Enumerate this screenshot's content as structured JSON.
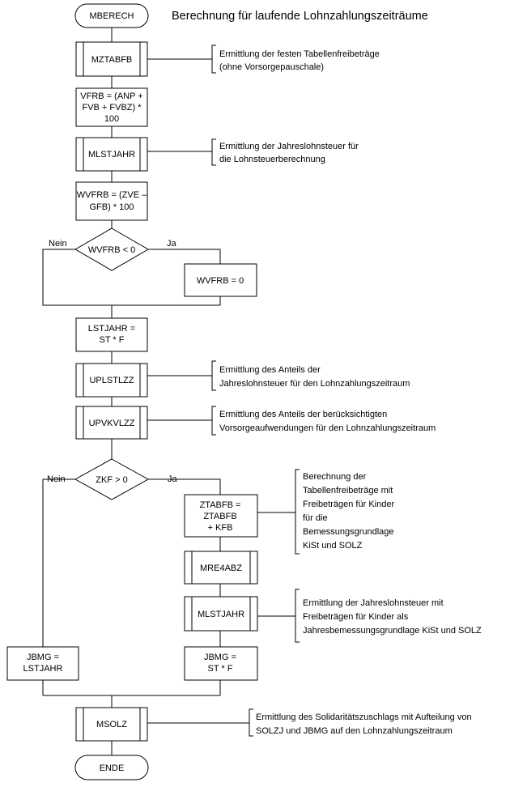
{
  "title": "Berechnung für laufende Lohnzahlungszeiträume",
  "labels": {
    "mberech": "MBERECH",
    "mztabfb": "MZTABFB",
    "vfrb": [
      "VFRB = (ANP +",
      "FVB + FVBZ) *",
      "100"
    ],
    "mlstjahr1": "MLSTJAHR",
    "wvfrb": [
      "WVFRB = (ZVE –",
      "GFB) * 100"
    ],
    "decision1": "WVFRB < 0",
    "nein1": "Nein",
    "ja1": "Ja",
    "wvfrb0": "WVFRB = 0",
    "lstjahr": [
      "LSTJAHR =",
      "ST * F"
    ],
    "uplstlzz": "UPLSTLZZ",
    "upvkvlzz": "UPVKVLZZ",
    "decision2": "ZKF > 0",
    "nein2": "Nein",
    "ja2": "Ja",
    "ztabfb": [
      "ZTABFB =",
      "ZTABFB",
      "+ KFB"
    ],
    "mre4abz": "MRE4ABZ",
    "mlstjahr2": "MLSTJAHR",
    "jbmg_left": [
      "JBMG =",
      "LSTJAHR"
    ],
    "jbmg_right": [
      "JBMG =",
      "ST * F"
    ],
    "msolz": "MSOLZ",
    "ende": "ENDE"
  },
  "notes": {
    "mztabfb": [
      "Ermittlung der festen Tabellenfreibeträge",
      "(ohne Vorsorgepauschale)"
    ],
    "mlstjahr1": [
      "Ermittlung der Jahreslohnsteuer für",
      "die Lohnsteuerberechnung"
    ],
    "uplstlzz": [
      "Ermittlung des Anteils der",
      "Jahreslohnsteuer für den Lohnzahlungszeitraum"
    ],
    "upvkvlzz": [
      "Ermittlung des Anteils der berücksichtigten",
      "Vorsorgeaufwendungen für den Lohnzahlungszeitraum"
    ],
    "ztabfb": [
      "Berechnung der",
      "Tabellenfreibeträge mit",
      "Freibeträgen für Kinder",
      "für die",
      "Bemessungsgrundlage",
      "KiSt und SOLZ"
    ],
    "mlstjahr2": [
      "Ermittlung der Jahreslohnsteuer mit",
      "Freibeträgen für Kinder als",
      "Jahresbemessungsgrundlage KiSt und SOLZ"
    ],
    "msolz": [
      "Ermittlung des Solidaritätszuschlags mit Aufteilung von",
      "SOLZJ und JBMG auf den Lohnzahlungszeitraum"
    ]
  }
}
